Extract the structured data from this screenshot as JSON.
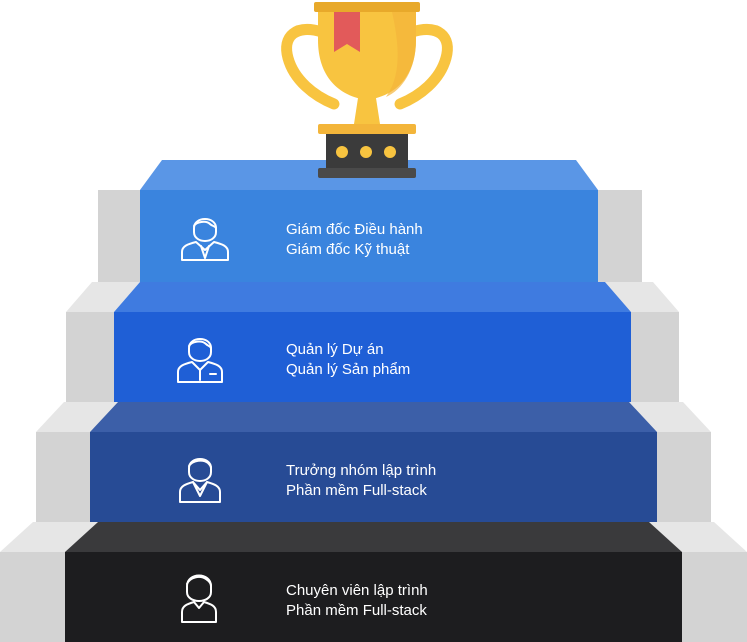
{
  "colors": {
    "trophy_gold": "#f8c440",
    "trophy_gold_dark": "#e8a92a",
    "ribbon": "#e25a5a",
    "trophy_base": "#3b3b3b",
    "trophy_dots": "#f8c440",
    "step1": "#3a84de",
    "step2": "#1f5fd6",
    "step3": "#274b95",
    "step4": "#1d1d1f",
    "side_light": "#d9d9d9",
    "side_dark": "#c6c6c6"
  },
  "steps": [
    {
      "icon": "executive-person-icon",
      "line1": "Giám đốc Điều hành",
      "line2": "Giám đốc Kỹ thuật"
    },
    {
      "icon": "manager-person-icon",
      "line1": "Quản lý Dự án",
      "line2": "Quản lý Sản phẩm"
    },
    {
      "icon": "team-lead-person-icon",
      "line1": "Trưởng nhóm lập trình",
      "line2": "Phần mềm Full-stack"
    },
    {
      "icon": "developer-person-icon",
      "line1": "Chuyên viên lập trình",
      "line2": "Phần mềm Full-stack"
    }
  ]
}
